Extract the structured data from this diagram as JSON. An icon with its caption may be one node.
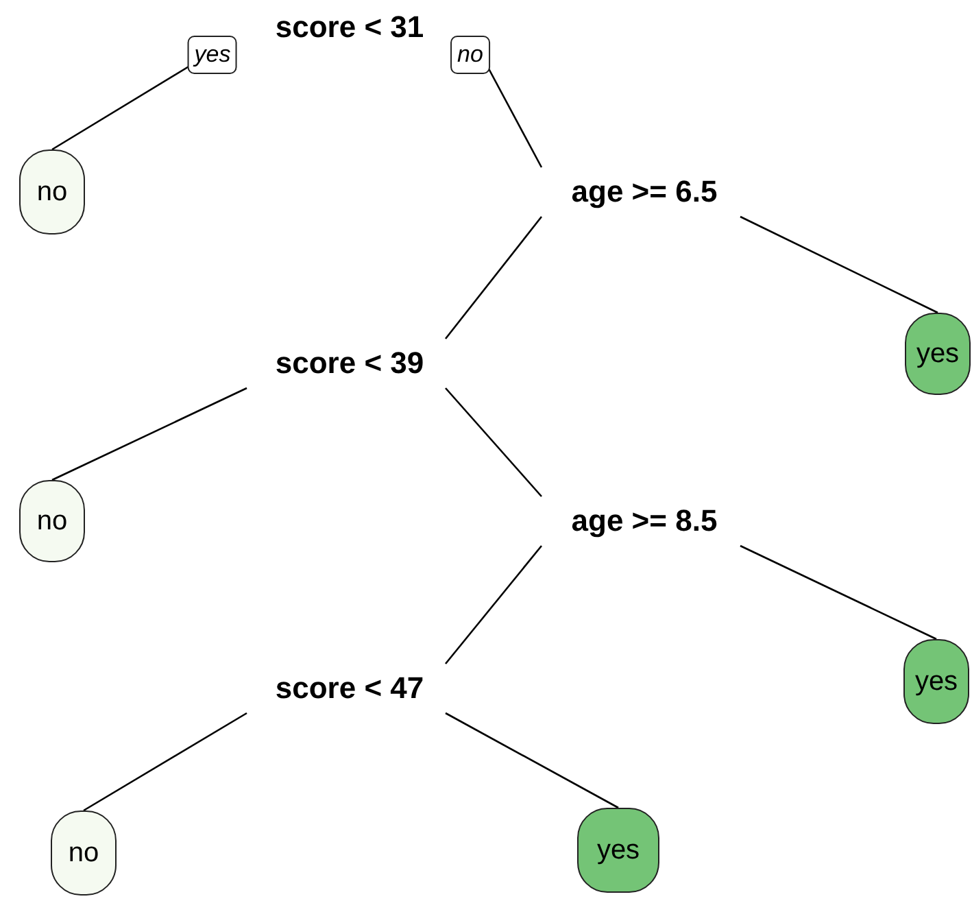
{
  "diagram": {
    "nodes": [
      {
        "text": [
          "score < 31"
        ]
      },
      {
        "text": [
          "no"
        ]
      },
      {
        "text": [
          "age >= 6.5"
        ]
      },
      {
        "text": [
          "score < 39"
        ]
      },
      {
        "text": [
          "yes"
        ]
      },
      {
        "text": [
          "no"
        ]
      },
      {
        "text": [
          "age >= 8.5"
        ]
      },
      {
        "text": [
          "yes"
        ]
      },
      {
        "text": [
          "score < 47"
        ]
      },
      {
        "text": [
          "no"
        ]
      },
      {
        "text": [
          "yes"
        ]
      }
    ],
    "edges": [
      {
        "from": 0,
        "to": 1,
        "arrow": "none",
        "label": "yes"
      },
      {
        "from": 0,
        "to": 2,
        "arrow": "none",
        "label": "no"
      },
      {
        "from": 2,
        "to": 3,
        "arrow": "none"
      },
      {
        "from": 2,
        "to": 4,
        "arrow": "none"
      },
      {
        "from": 3,
        "to": 5,
        "arrow": "none"
      },
      {
        "from": 3,
        "to": 6,
        "arrow": "none"
      },
      {
        "from": 6,
        "to": 8,
        "arrow": "none"
      },
      {
        "from": 6,
        "to": 7,
        "arrow": "none"
      },
      {
        "from": 8,
        "to": 9,
        "arrow": "none"
      },
      {
        "from": 8,
        "to": 10,
        "arrow": "none"
      }
    ]
  }
}
